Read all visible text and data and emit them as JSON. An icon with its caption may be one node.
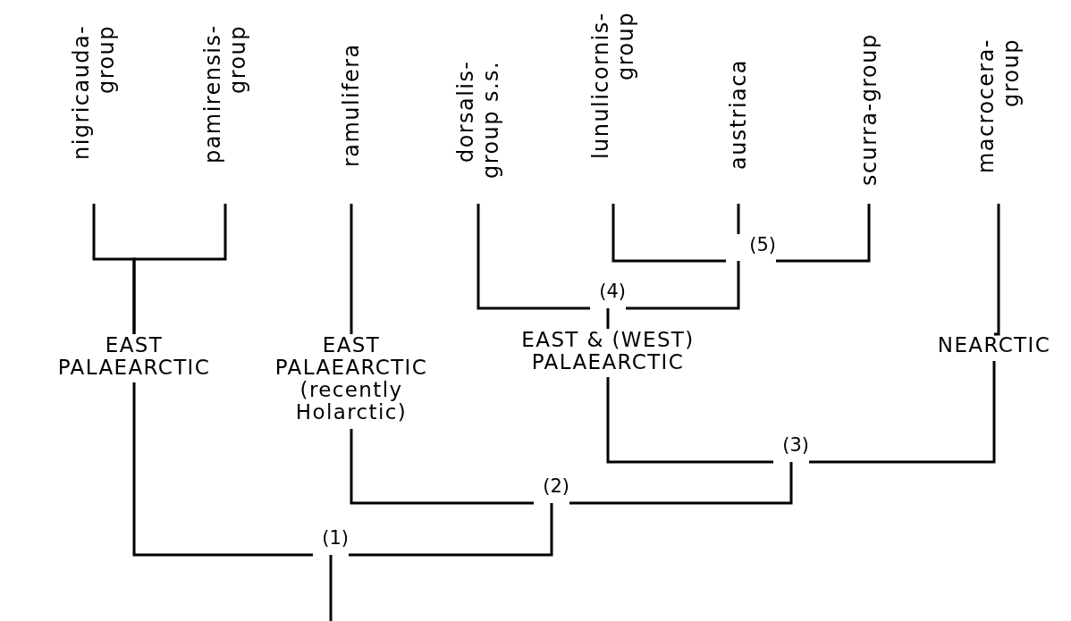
{
  "diagram": {
    "nodes": [
      {
        "text": [
          "nigricauda- group"
        ]
      },
      {
        "text": [
          "pamirensis- group"
        ]
      },
      {
        "text": [
          "ramulifera"
        ]
      },
      {
        "text": [
          "dorsalis- group s.s."
        ]
      },
      {
        "text": [
          "lunulicornis- group"
        ]
      },
      {
        "text": [
          "austriaca"
        ]
      },
      {
        "text": [
          "scurra-group"
        ]
      },
      {
        "text": [
          "macrocera- group"
        ]
      },
      {
        "text": [
          "EAST PALAEARCTIC"
        ]
      },
      {
        "text": [
          "EAST PALAEARCTIC (recently Holarctic)"
        ]
      },
      {
        "text": [
          "EAST & (WEST) PALAEARCTIC"
        ]
      },
      {
        "text": [
          "NEARCTIC"
        ]
      },
      {
        "text": [
          "(5)"
        ]
      },
      {
        "text": [
          "(4)"
        ]
      },
      {
        "text": [
          "(3)"
        ]
      },
      {
        "text": [
          "(2)"
        ]
      },
      {
        "text": [
          "(1)"
        ]
      }
    ],
    "edges": [
      {
        "from": 0,
        "to": 8,
        "arrow": "none"
      },
      {
        "from": 1,
        "to": 8,
        "arrow": "none"
      },
      {
        "from": 2,
        "to": 9,
        "arrow": "none"
      },
      {
        "from": 3,
        "to": 13,
        "arrow": "none"
      },
      {
        "from": 4,
        "to": 12,
        "arrow": "none"
      },
      {
        "from": 5,
        "to": 12,
        "arrow": "none"
      },
      {
        "from": 6,
        "to": 12,
        "arrow": "none"
      },
      {
        "from": 12,
        "to": 13,
        "arrow": "none"
      },
      {
        "from": 13,
        "to": 10,
        "arrow": "none"
      },
      {
        "from": 7,
        "to": 11,
        "arrow": "none"
      },
      {
        "from": 10,
        "to": 14,
        "arrow": "none"
      },
      {
        "from": 11,
        "to": 14,
        "arrow": "none"
      },
      {
        "from": 14,
        "to": 15,
        "arrow": "none"
      },
      {
        "from": 9,
        "to": 15,
        "arrow": "none"
      },
      {
        "from": 15,
        "to": 16,
        "arrow": "none"
      },
      {
        "from": 8,
        "to": 16,
        "arrow": "none"
      },
      {
        "from": 16,
        "to": null,
        "arrow": "none"
      }
    ]
  }
}
